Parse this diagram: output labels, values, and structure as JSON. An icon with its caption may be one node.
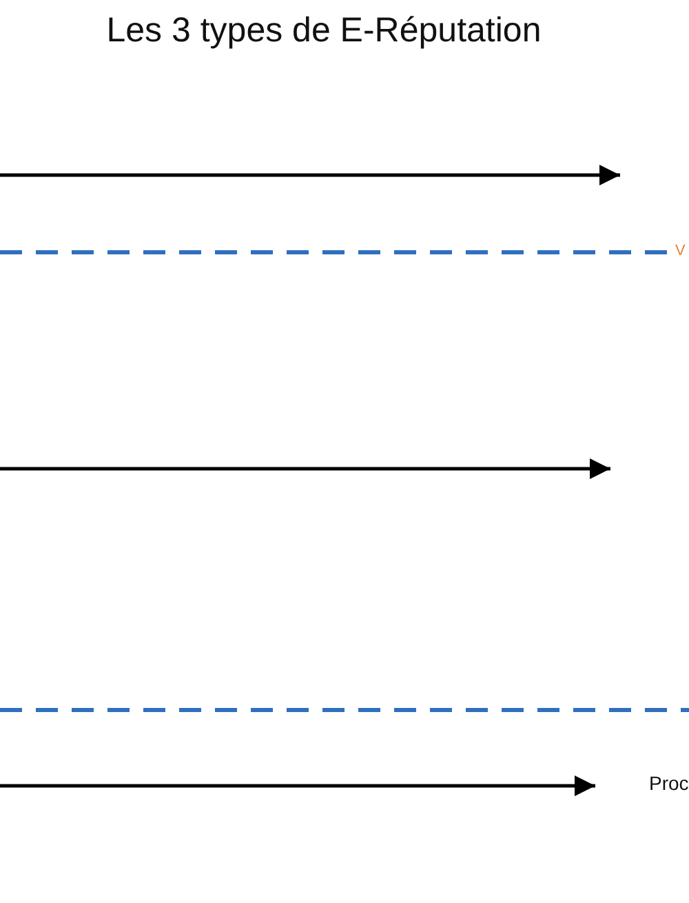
{
  "diagram": {
    "title": "Les 3 types de E-Réputation",
    "labels": [
      "V",
      "Proc"
    ]
  }
}
